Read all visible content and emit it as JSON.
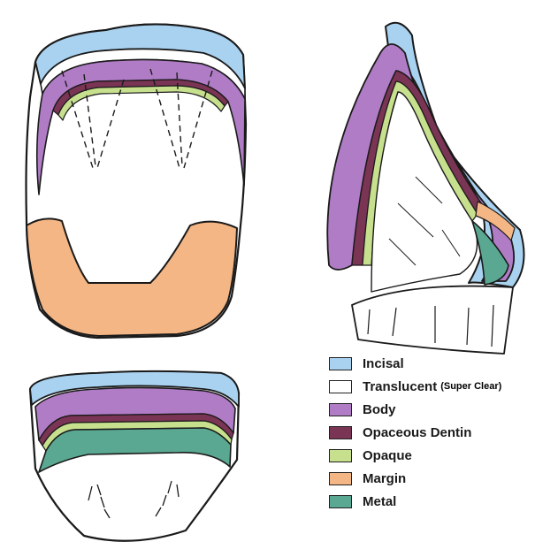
{
  "colors": {
    "incisal": "#a9d2f0",
    "translucent": "#ffffff",
    "body": "#b07cc6",
    "opaceous_dentin": "#7a3454",
    "opaque": "#c7e08e",
    "margin": "#f4b684",
    "metal": "#5aa891",
    "outline": "#1a1a1a"
  },
  "legend": [
    {
      "key": "incisal",
      "label": "Incisal",
      "note": ""
    },
    {
      "key": "translucent",
      "label": "Translucent",
      "note": "(Super Clear)"
    },
    {
      "key": "body",
      "label": "Body",
      "note": ""
    },
    {
      "key": "opaceous_dentin",
      "label": "Opaceous Dentin",
      "note": ""
    },
    {
      "key": "opaque",
      "label": "Opaque",
      "note": ""
    },
    {
      "key": "margin",
      "label": "Margin",
      "note": ""
    },
    {
      "key": "metal",
      "label": "Metal",
      "note": ""
    }
  ]
}
